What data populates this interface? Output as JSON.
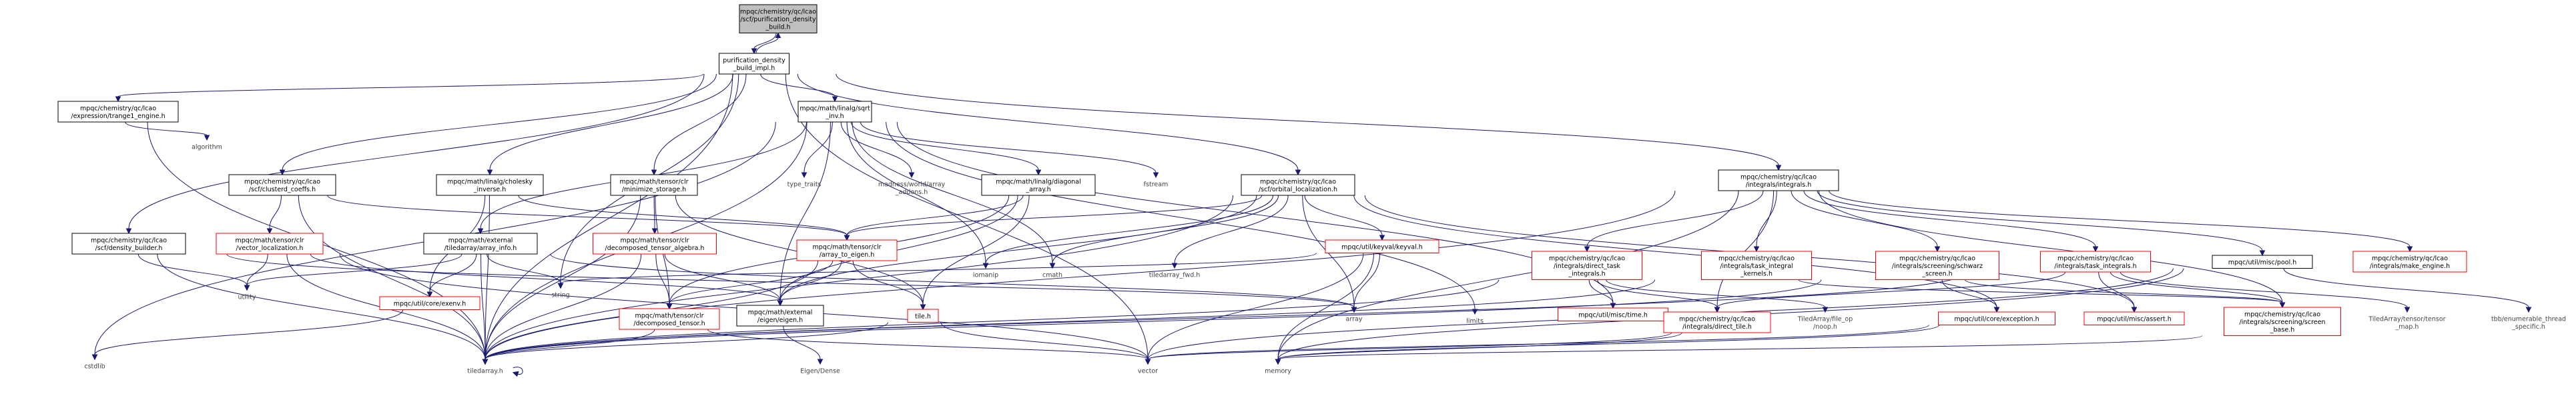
{
  "colors": {
    "edge": "#191970",
    "focus_fill": "#bfbfbf",
    "node_border": "#000000",
    "ref_border": "#ff0000",
    "plain_text": "#444444",
    "text": "#000000"
  },
  "nodes": [
    {
      "id": "root",
      "label": [
        "mpqc/chemistry/qc/lcao",
        "/scf/purification_density",
        "_build.h"
      ],
      "kind": "focus"
    },
    {
      "id": "impl",
      "label": [
        "purification_density",
        "_build_impl.h"
      ],
      "kind": "box"
    },
    {
      "id": "frange",
      "label": [
        "mpqc/chemistry/qc/lcao",
        "/expression/trange1_engine.h"
      ],
      "kind": "box"
    },
    {
      "id": "sqrt",
      "label": [
        "mpqc/math/linalg/sqrt",
        "_inv.h"
      ],
      "kind": "box"
    },
    {
      "id": "integrals",
      "label": [
        "mpqc/chemistry/qc/lcao",
        "/integrals/integrals.h"
      ],
      "kind": "box"
    },
    {
      "id": "algorithm",
      "label": [
        "algorithm"
      ],
      "kind": "plain"
    },
    {
      "id": "clustered",
      "label": [
        "mpqc/chemistry/qc/lcao",
        "/scf/clusterd_coeffs.h"
      ],
      "kind": "box"
    },
    {
      "id": "cholesky",
      "label": [
        "mpqc/math/linalg/cholesky",
        "_inverse.h"
      ],
      "kind": "box"
    },
    {
      "id": "minimize",
      "label": [
        "mpqc/math/tensor/clr",
        "/minimize_storage.h"
      ],
      "kind": "box"
    },
    {
      "id": "type_traits",
      "label": [
        "type_traits"
      ],
      "kind": "plain"
    },
    {
      "id": "madness",
      "label": [
        "madness/world/array",
        "_addons.h"
      ],
      "kind": "plain"
    },
    {
      "id": "diagonal",
      "label": [
        "mpqc/math/linalg/diagonal",
        "_array.h"
      ],
      "kind": "box"
    },
    {
      "id": "fstream",
      "label": [
        "fstream"
      ],
      "kind": "plain"
    },
    {
      "id": "orbital",
      "label": [
        "mpqc/chemistry/qc/lcao",
        "/scf/orbital_localization.h"
      ],
      "kind": "box"
    },
    {
      "id": "density_builder",
      "label": [
        "mpqc/chemistry/qc/lcao",
        "/scf/density_builder.h"
      ],
      "kind": "box"
    },
    {
      "id": "vector_loc",
      "label": [
        "mpqc/math/tensor/clr",
        "/vector_localization.h"
      ],
      "kind": "ref"
    },
    {
      "id": "array_info",
      "label": [
        "mpqc/math/external",
        "/tiledarray/array_info.h"
      ],
      "kind": "box"
    },
    {
      "id": "dta",
      "label": [
        "mpqc/math/tensor/clr",
        "/decomposed_tensor_algebra.h"
      ],
      "kind": "ref"
    },
    {
      "id": "array_to_eigen",
      "label": [
        "mpqc/math/tensor/clr",
        "/array_to_eigen.h"
      ],
      "kind": "ref"
    },
    {
      "id": "iomanip",
      "label": [
        "iomanip"
      ],
      "kind": "plain"
    },
    {
      "id": "cmath",
      "label": [
        "cmath"
      ],
      "kind": "plain"
    },
    {
      "id": "ta_fwd",
      "label": [
        "tiledarray_fwd.h"
      ],
      "kind": "plain"
    },
    {
      "id": "keyval",
      "label": [
        "mpqc/util/keyval/keyval.h"
      ],
      "kind": "ref"
    },
    {
      "id": "direct_task",
      "label": [
        "mpqc/chemistry/qc/lcao",
        "/integrals/direct_task",
        "_integrals.h"
      ],
      "kind": "ref"
    },
    {
      "id": "task_integral_kernels",
      "label": [
        "mpqc/chemistry/qc/lcao",
        "/integrals/task_integral",
        "_kernels.h"
      ],
      "kind": "ref"
    },
    {
      "id": "schwarz",
      "label": [
        "mpqc/chemistry/qc/lcao",
        "/integrals/screening/schwarz",
        "_screen.h"
      ],
      "kind": "ref"
    },
    {
      "id": "task_integrals",
      "label": [
        "mpqc/chemistry/qc/lcao",
        "/integrals/task_integrals.h"
      ],
      "kind": "ref"
    },
    {
      "id": "pool",
      "label": [
        "mpqc/util/misc/pool.h"
      ],
      "kind": "box"
    },
    {
      "id": "make_engine",
      "label": [
        "mpqc/chemistry/qc/lcao",
        "/integrals/make_engine.h"
      ],
      "kind": "ref"
    },
    {
      "id": "utility",
      "label": [
        "utility"
      ],
      "kind": "plain"
    },
    {
      "id": "exenv",
      "label": [
        "mpqc/util/core/exenv.h"
      ],
      "kind": "ref"
    },
    {
      "id": "string",
      "label": [
        "string"
      ],
      "kind": "plain"
    },
    {
      "id": "decomposed_tensor",
      "label": [
        "mpqc/math/tensor/clr",
        "/decomposed_tensor.h"
      ],
      "kind": "ref"
    },
    {
      "id": "eigen",
      "label": [
        "mpqc/math/external",
        "/eigen/eigen.h"
      ],
      "kind": "box"
    },
    {
      "id": "tile",
      "label": [
        "tile.h"
      ],
      "kind": "ref"
    },
    {
      "id": "array",
      "label": [
        "array"
      ],
      "kind": "plain"
    },
    {
      "id": "limits",
      "label": [
        "limits"
      ],
      "kind": "plain"
    },
    {
      "id": "time",
      "label": [
        "mpqc/util/misc/time.h"
      ],
      "kind": "ref"
    },
    {
      "id": "direct_tile",
      "label": [
        "mpqc/chemistry/qc/lcao",
        "/integrals/direct_tile.h"
      ],
      "kind": "ref"
    },
    {
      "id": "file_op",
      "label": [
        "TiledArray/file_op",
        "/noop.h"
      ],
      "kind": "plain"
    },
    {
      "id": "exception",
      "label": [
        "mpqc/util/core/exception.h"
      ],
      "kind": "ref"
    },
    {
      "id": "assert",
      "label": [
        "mpqc/util/misc/assert.h"
      ],
      "kind": "ref"
    },
    {
      "id": "screen_base",
      "label": [
        "mpqc/chemistry/qc/lcao",
        "/integrals/screening/screen",
        "_base.h"
      ],
      "kind": "ref"
    },
    {
      "id": "tensor_map",
      "label": [
        "TiledArray/tensor/tensor",
        "_map.h"
      ],
      "kind": "plain"
    },
    {
      "id": "tbb",
      "label": [
        "tbb/enumerable_thread",
        "_specific.h"
      ],
      "kind": "plain"
    },
    {
      "id": "cstdlib",
      "label": [
        "cstdlib"
      ],
      "kind": "plain"
    },
    {
      "id": "tiledarray",
      "label": [
        "tiledarray.h"
      ],
      "kind": "plain"
    },
    {
      "id": "eigen_dense",
      "label": [
        "Eigen/Dense"
      ],
      "kind": "plain"
    },
    {
      "id": "vector",
      "label": [
        "vector"
      ],
      "kind": "plain"
    },
    {
      "id": "memory",
      "label": [
        "memory"
      ],
      "kind": "plain"
    }
  ],
  "edges": [
    [
      "root",
      "impl"
    ],
    [
      "impl",
      "root"
    ],
    [
      "impl",
      "frange"
    ],
    [
      "impl",
      "sqrt"
    ],
    [
      "impl",
      "integrals"
    ],
    [
      "impl",
      "clustered"
    ],
    [
      "impl",
      "cholesky"
    ],
    [
      "impl",
      "minimize"
    ],
    [
      "impl",
      "orbital"
    ],
    [
      "impl",
      "density_builder"
    ],
    [
      "impl",
      "tiledarray"
    ],
    [
      "impl",
      "vector"
    ],
    [
      "impl",
      "string"
    ],
    [
      "frange",
      "algorithm"
    ],
    [
      "frange",
      "tiledarray"
    ],
    [
      "sqrt",
      "type_traits"
    ],
    [
      "sqrt",
      "madness"
    ],
    [
      "sqrt",
      "diagonal"
    ],
    [
      "sqrt",
      "fstream"
    ],
    [
      "sqrt",
      "array_info"
    ],
    [
      "sqrt",
      "iomanip"
    ],
    [
      "sqrt",
      "cmath"
    ],
    [
      "sqrt",
      "limits"
    ],
    [
      "sqrt",
      "time"
    ],
    [
      "sqrt",
      "tiledarray"
    ],
    [
      "sqrt",
      "cstdlib"
    ],
    [
      "sqrt",
      "eigen"
    ],
    [
      "integrals",
      "direct_task"
    ],
    [
      "integrals",
      "task_integral_kernels"
    ],
    [
      "integrals",
      "schwarz"
    ],
    [
      "integrals",
      "task_integrals"
    ],
    [
      "integrals",
      "pool"
    ],
    [
      "integrals",
      "make_engine"
    ],
    [
      "integrals",
      "screen_base"
    ],
    [
      "integrals",
      "tiledarray"
    ],
    [
      "integrals",
      "memory"
    ],
    [
      "integrals",
      "direct_tile"
    ],
    [
      "clustered",
      "vector_loc"
    ],
    [
      "clustered",
      "tiledarray"
    ],
    [
      "clustered",
      "array_to_eigen"
    ],
    [
      "cholesky",
      "tiledarray"
    ],
    [
      "cholesky",
      "exenv"
    ],
    [
      "cholesky",
      "array_to_eigen"
    ],
    [
      "minimize",
      "dta"
    ],
    [
      "minimize",
      "decomposed_tensor"
    ],
    [
      "minimize",
      "tiledarray"
    ],
    [
      "minimize",
      "tile"
    ],
    [
      "diagonal",
      "array_to_eigen"
    ],
    [
      "diagonal",
      "decomposed_tensor"
    ],
    [
      "diagonal",
      "tile"
    ],
    [
      "diagonal",
      "eigen"
    ],
    [
      "orbital",
      "array_to_eigen"
    ],
    [
      "orbital",
      "iomanip"
    ],
    [
      "orbital",
      "cmath"
    ],
    [
      "orbital",
      "ta_fwd"
    ],
    [
      "orbital",
      "keyval"
    ],
    [
      "orbital",
      "array"
    ],
    [
      "orbital",
      "tiledarray"
    ],
    [
      "orbital",
      "exception"
    ],
    [
      "orbital",
      "eigen"
    ],
    [
      "orbital",
      "assert"
    ],
    [
      "density_builder",
      "utility"
    ],
    [
      "density_builder",
      "tiledarray"
    ],
    [
      "density_builder",
      "array"
    ],
    [
      "vector_loc",
      "utility"
    ],
    [
      "vector_loc",
      "tiledarray"
    ],
    [
      "vector_loc",
      "eigen"
    ],
    [
      "vector_loc",
      "vector"
    ],
    [
      "array_info",
      "exenv"
    ],
    [
      "array_info",
      "string"
    ],
    [
      "array_info",
      "tiledarray"
    ],
    [
      "array_info",
      "utility"
    ],
    [
      "array_info",
      "array"
    ],
    [
      "dta",
      "decomposed_tensor"
    ],
    [
      "dta",
      "tiledarray"
    ],
    [
      "dta",
      "eigen"
    ],
    [
      "array_to_eigen",
      "eigen"
    ],
    [
      "array_to_eigen",
      "tiledarray"
    ],
    [
      "array_to_eigen",
      "tile"
    ],
    [
      "array_to_eigen",
      "decomposed_tensor"
    ],
    [
      "keyval",
      "string"
    ],
    [
      "keyval",
      "array"
    ],
    [
      "keyval",
      "vector"
    ],
    [
      "keyval",
      "memory"
    ],
    [
      "direct_task",
      "direct_tile"
    ],
    [
      "direct_task",
      "time"
    ],
    [
      "direct_task",
      "file_op"
    ],
    [
      "direct_task",
      "tiledarray"
    ],
    [
      "task_integral_kernels",
      "screen_base"
    ],
    [
      "task_integral_kernels",
      "tiledarray"
    ],
    [
      "schwarz",
      "screen_base"
    ],
    [
      "schwarz",
      "exception"
    ],
    [
      "schwarz",
      "tiledarray"
    ],
    [
      "task_integrals",
      "direct_tile"
    ],
    [
      "task_integrals",
      "screen_base"
    ],
    [
      "task_integrals",
      "assert"
    ],
    [
      "task_integrals",
      "tensor_map"
    ],
    [
      "task_integrals",
      "tiledarray"
    ],
    [
      "pool",
      "tbb"
    ],
    [
      "pool",
      "memory"
    ],
    [
      "pool",
      "vector"
    ],
    [
      "exenv",
      "cstdlib"
    ],
    [
      "decomposed_tensor",
      "tiledarray"
    ],
    [
      "decomposed_tensor",
      "vector"
    ],
    [
      "eigen",
      "eigen_dense"
    ],
    [
      "tile",
      "tiledarray"
    ],
    [
      "tile",
      "vector"
    ],
    [
      "direct_tile",
      "memory"
    ],
    [
      "direct_tile",
      "vector"
    ],
    [
      "exception",
      "memory"
    ],
    [
      "exception",
      "vector"
    ],
    [
      "screen_base",
      "memory"
    ],
    [
      "tiledarray",
      "tiledarray"
    ]
  ]
}
